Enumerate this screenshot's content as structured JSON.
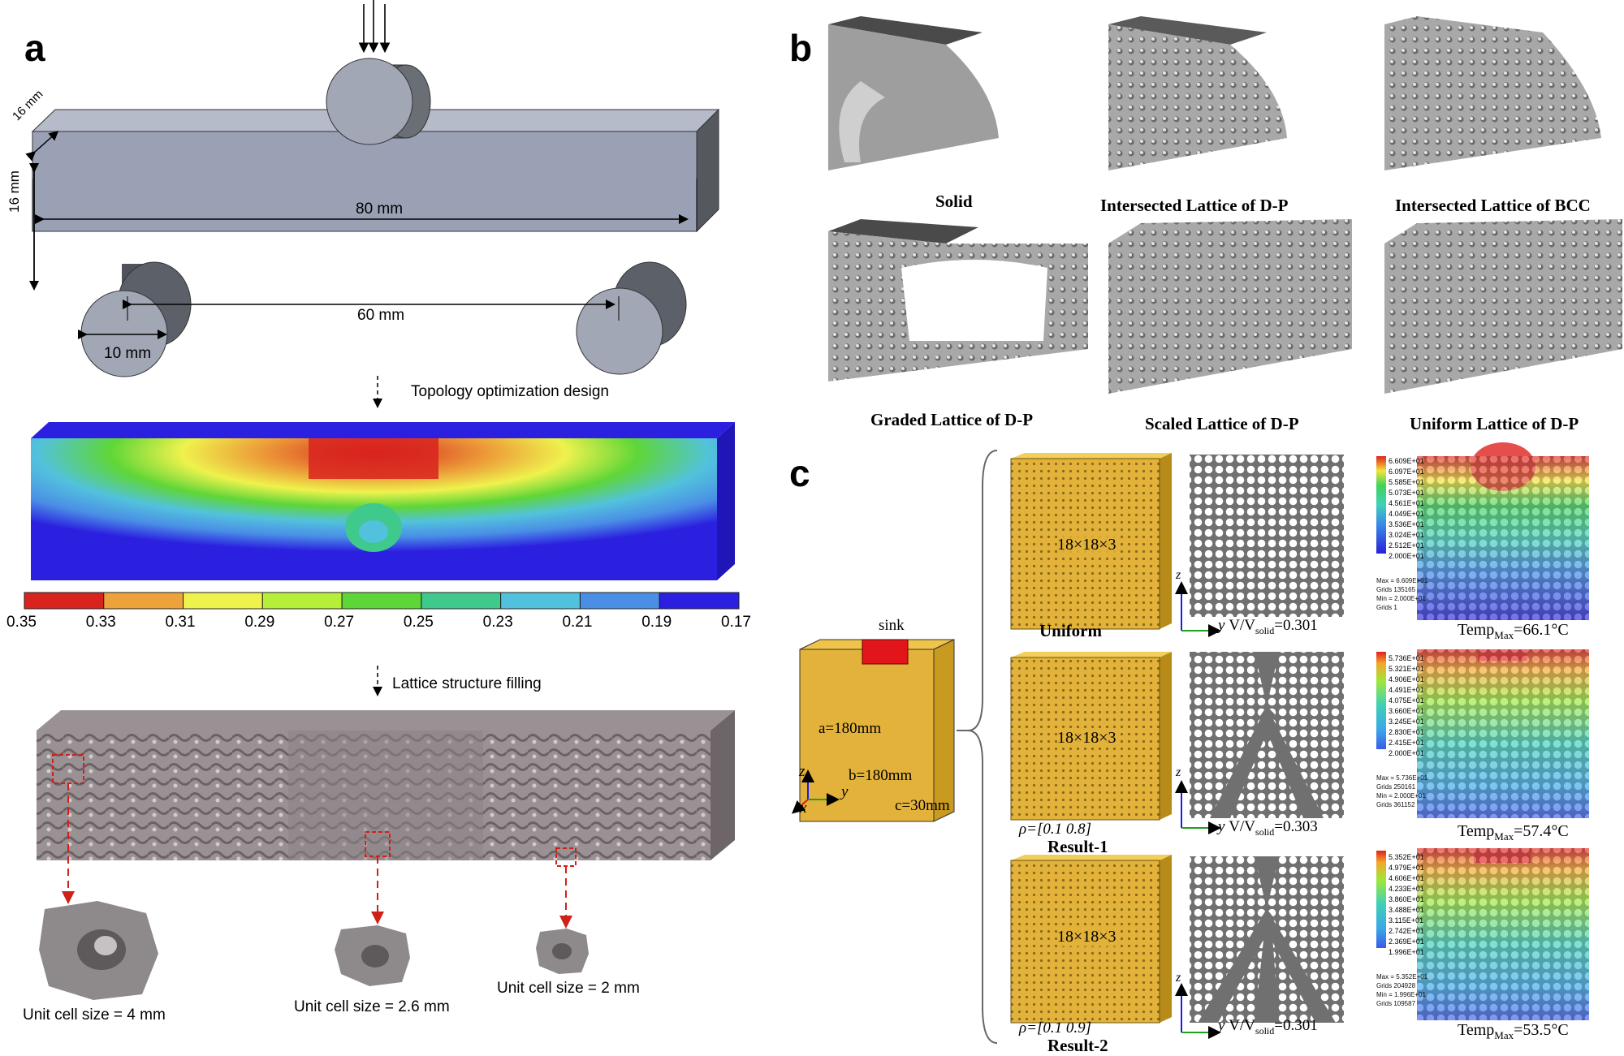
{
  "panel_a": {
    "label": "a",
    "dim_width": "16 mm",
    "dim_height": "16 mm",
    "dim_length": "80 mm",
    "dim_span": "60 mm",
    "dim_roller": "10 mm",
    "step1": "Topology optimization design",
    "step2": "Lattice structure filling",
    "scale_ticks": [
      "0.35",
      "0.33",
      "0.31",
      "0.29",
      "0.27",
      "0.25",
      "0.23",
      "0.21",
      "0.19",
      "0.17"
    ],
    "scale_colors": [
      "#d8231f",
      "#eda23a",
      "#eef24d",
      "#b6ef3a",
      "#5fd638",
      "#3fc98c",
      "#52c2dc",
      "#4a8ee6",
      "#2b1fe0"
    ],
    "unit_cells": [
      "Unit cell size = 4 mm",
      "Unit cell size = 2.6 mm",
      "Unit cell size = 2 mm"
    ]
  },
  "panel_b": {
    "label": "b",
    "captions": [
      "Solid",
      "Intersected Lattice of D-P",
      "Intersected Lattice of BCC",
      "Graded Lattice of D-P",
      "Scaled Lattice of D-P",
      "Uniform Lattice of D-P"
    ]
  },
  "panel_c": {
    "label": "c",
    "sink": "sink",
    "dim_a": "a=180mm",
    "dim_b": "b=180mm",
    "dim_c": "c=30mm",
    "axis_x": "x",
    "axis_y": "y",
    "axis_z": "z",
    "grid": "18×18×3",
    "rows": [
      {
        "name": "Uniform",
        "rho": "",
        "ratio": "0.301",
        "temp": "=66.1°C",
        "legend": [
          "6.609E+01",
          "6.097E+01",
          "5.585E+01",
          "5.073E+01",
          "4.561E+01",
          "4.049E+01",
          "3.536E+01",
          "3.024E+01",
          "2.512E+01",
          "2.000E+01"
        ],
        "info": [
          "Max = 6.609E+01",
          "Grids 135165",
          "Min = 2.000E+01",
          "Grids 1"
        ]
      },
      {
        "name": "Result-1",
        "rho": "ρ=[0.1 0.8]",
        "ratio": "0.303",
        "temp": "=57.4°C",
        "legend": [
          "5.736E+01",
          "5.321E+01",
          "4.906E+01",
          "4.491E+01",
          "4.075E+01",
          "3.660E+01",
          "3.245E+01",
          "2.830E+01",
          "2.415E+01",
          "2.000E+01"
        ],
        "info": [
          "Max = 5.736E+01",
          "Grids 250161",
          "Min = 2.000E+01",
          "Grids 361152"
        ]
      },
      {
        "name": "Result-2",
        "rho": "ρ=[0.1 0.9]",
        "ratio": "0.301",
        "temp": "=53.5°C",
        "legend": [
          "5.352E+01",
          "4.979E+01",
          "4.606E+01",
          "4.233E+01",
          "3.860E+01",
          "3.488E+01",
          "3.115E+01",
          "2.742E+01",
          "2.369E+01",
          "1.996E+01"
        ],
        "info": [
          "Max = 5.352E+01",
          "Grids 204928",
          "Min = 1.996E+01",
          "Grids 109587"
        ]
      }
    ],
    "legend_colors": [
      "#e0221e",
      "#f06a22",
      "#f4a62a",
      "#f4e43a",
      "#9ee83a",
      "#3fd45a",
      "#3fd0b8",
      "#3aa8e8",
      "#3a5ae8",
      "#2a22d8"
    ]
  }
}
